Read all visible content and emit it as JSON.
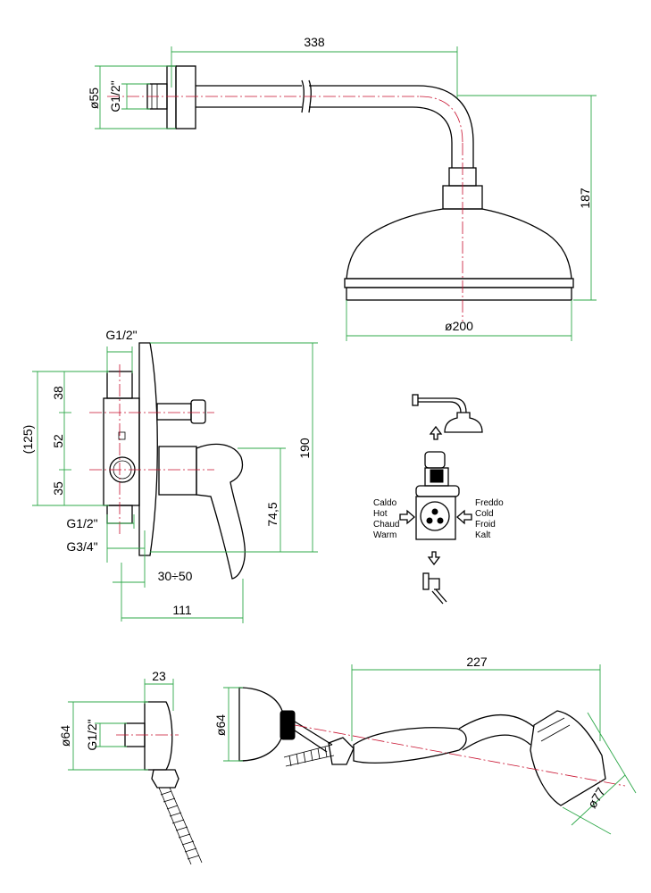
{
  "arm_view": {
    "length": "338",
    "flange_diameter": "ø55",
    "thread": "G1/2\"",
    "height": "187",
    "head_diameter": "ø200"
  },
  "mixer_view": {
    "inlet_thread_top": "G1/2\"",
    "overall_depth_offset": "(125)",
    "spacing_top": "38",
    "spacing_mid": "52",
    "spacing_bottom": "35",
    "overall_height": "190",
    "lever_height": "74,5",
    "outlet_thread": "G1/2\"",
    "inlet_thread_main": "G3/4\"",
    "embed_depth": "30÷50",
    "total_depth": "111"
  },
  "flow_schema": {
    "hot_labels": [
      "Caldo",
      "Hot",
      "Chaud",
      "Warm"
    ],
    "cold_labels": [
      "Freddo",
      "Cold",
      "Froid",
      "Kalt"
    ]
  },
  "outlet_view": {
    "depth": "23",
    "diameter": "ø64",
    "thread": "G1/2\""
  },
  "handshower_view": {
    "length": "227",
    "holder_diameter": "ø64",
    "head_diameter": "ø77"
  }
}
